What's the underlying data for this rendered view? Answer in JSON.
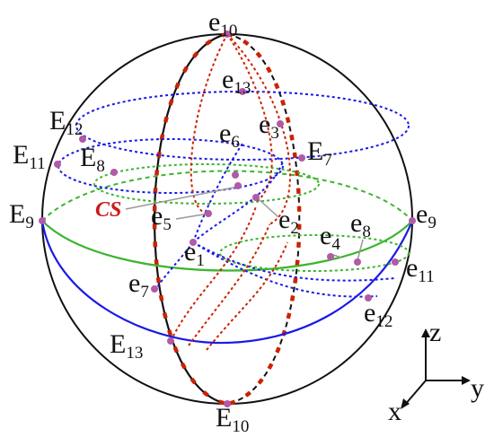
{
  "colors": {
    "outline": "#111111",
    "blue": "#1a1ae6",
    "green": "#3cb52e",
    "red": "#cc2200",
    "dot": "#b05aa8",
    "leader": "#999999",
    "cs": "#cc1a1a"
  },
  "labels": {
    "e10_top": {
      "base": "e",
      "sub": "10"
    },
    "e13": {
      "base": "e",
      "sub": "13"
    },
    "E12": {
      "base": "E",
      "sub": "12"
    },
    "e3": {
      "base": "e",
      "sub": "3"
    },
    "e6": {
      "base": "e",
      "sub": "6"
    },
    "E11": {
      "base": "E",
      "sub": "11"
    },
    "E8": {
      "base": "E",
      "sub": "8"
    },
    "E7": {
      "base": "E",
      "sub": "7"
    },
    "E9": {
      "base": "E",
      "sub": "9"
    },
    "cs": "CS",
    "e5": {
      "base": "e",
      "sub": "5"
    },
    "e2": {
      "base": "e",
      "sub": "2"
    },
    "e8": {
      "base": "e",
      "sub": "8"
    },
    "e9": {
      "base": "e",
      "sub": "9"
    },
    "e4": {
      "base": "e",
      "sub": "4"
    },
    "e1": {
      "base": "e",
      "sub": "1"
    },
    "e11": {
      "base": "e",
      "sub": "11"
    },
    "e7": {
      "base": "e",
      "sub": "7"
    },
    "e12": {
      "base": "e",
      "sub": "12"
    },
    "E13": {
      "base": "E",
      "sub": "13"
    },
    "E10_bottom": {
      "base": "E",
      "sub": "10"
    }
  },
  "axes": {
    "z": "z",
    "y": "y",
    "x": "x"
  }
}
